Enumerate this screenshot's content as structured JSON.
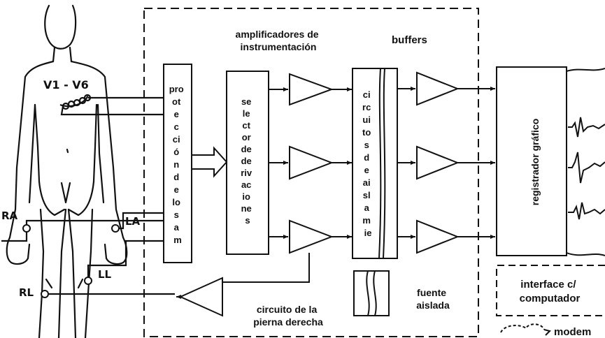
{
  "body_labels": {
    "chest_leads": "V1 - V6",
    "left_arm": "LA",
    "right_arm": "RA",
    "left_leg": "LL",
    "right_leg": "RL"
  },
  "titles": {
    "amplifiers_line1": "amplificadores de",
    "amplifiers_line2": "instrumentación",
    "buffers": "buffers",
    "right_leg_line1": "circuito de la",
    "right_leg_line2": "pierna derecha",
    "isolated_line1": "fuente",
    "isolated_line2": "aislada",
    "interface_line1": "interface c/",
    "interface_line2": "computador",
    "modem": "modem",
    "recorder": "registrador gráfico"
  },
  "protection_lines": [
    "pro",
    "ot",
    "e",
    "c",
    "ci",
    "ó",
    "n",
    "d",
    "e",
    "lo",
    "s",
    "a",
    "m"
  ],
  "selector_lines": [
    "se",
    "le",
    "ct",
    "or",
    "de",
    "de",
    "riv",
    "ac",
    "io",
    "ne",
    "s"
  ],
  "isolation_lines": [
    "ci",
    "rc",
    "ui",
    "to",
    "s",
    "d",
    "e",
    "ai",
    "sl",
    "a",
    "m",
    "ie"
  ]
}
